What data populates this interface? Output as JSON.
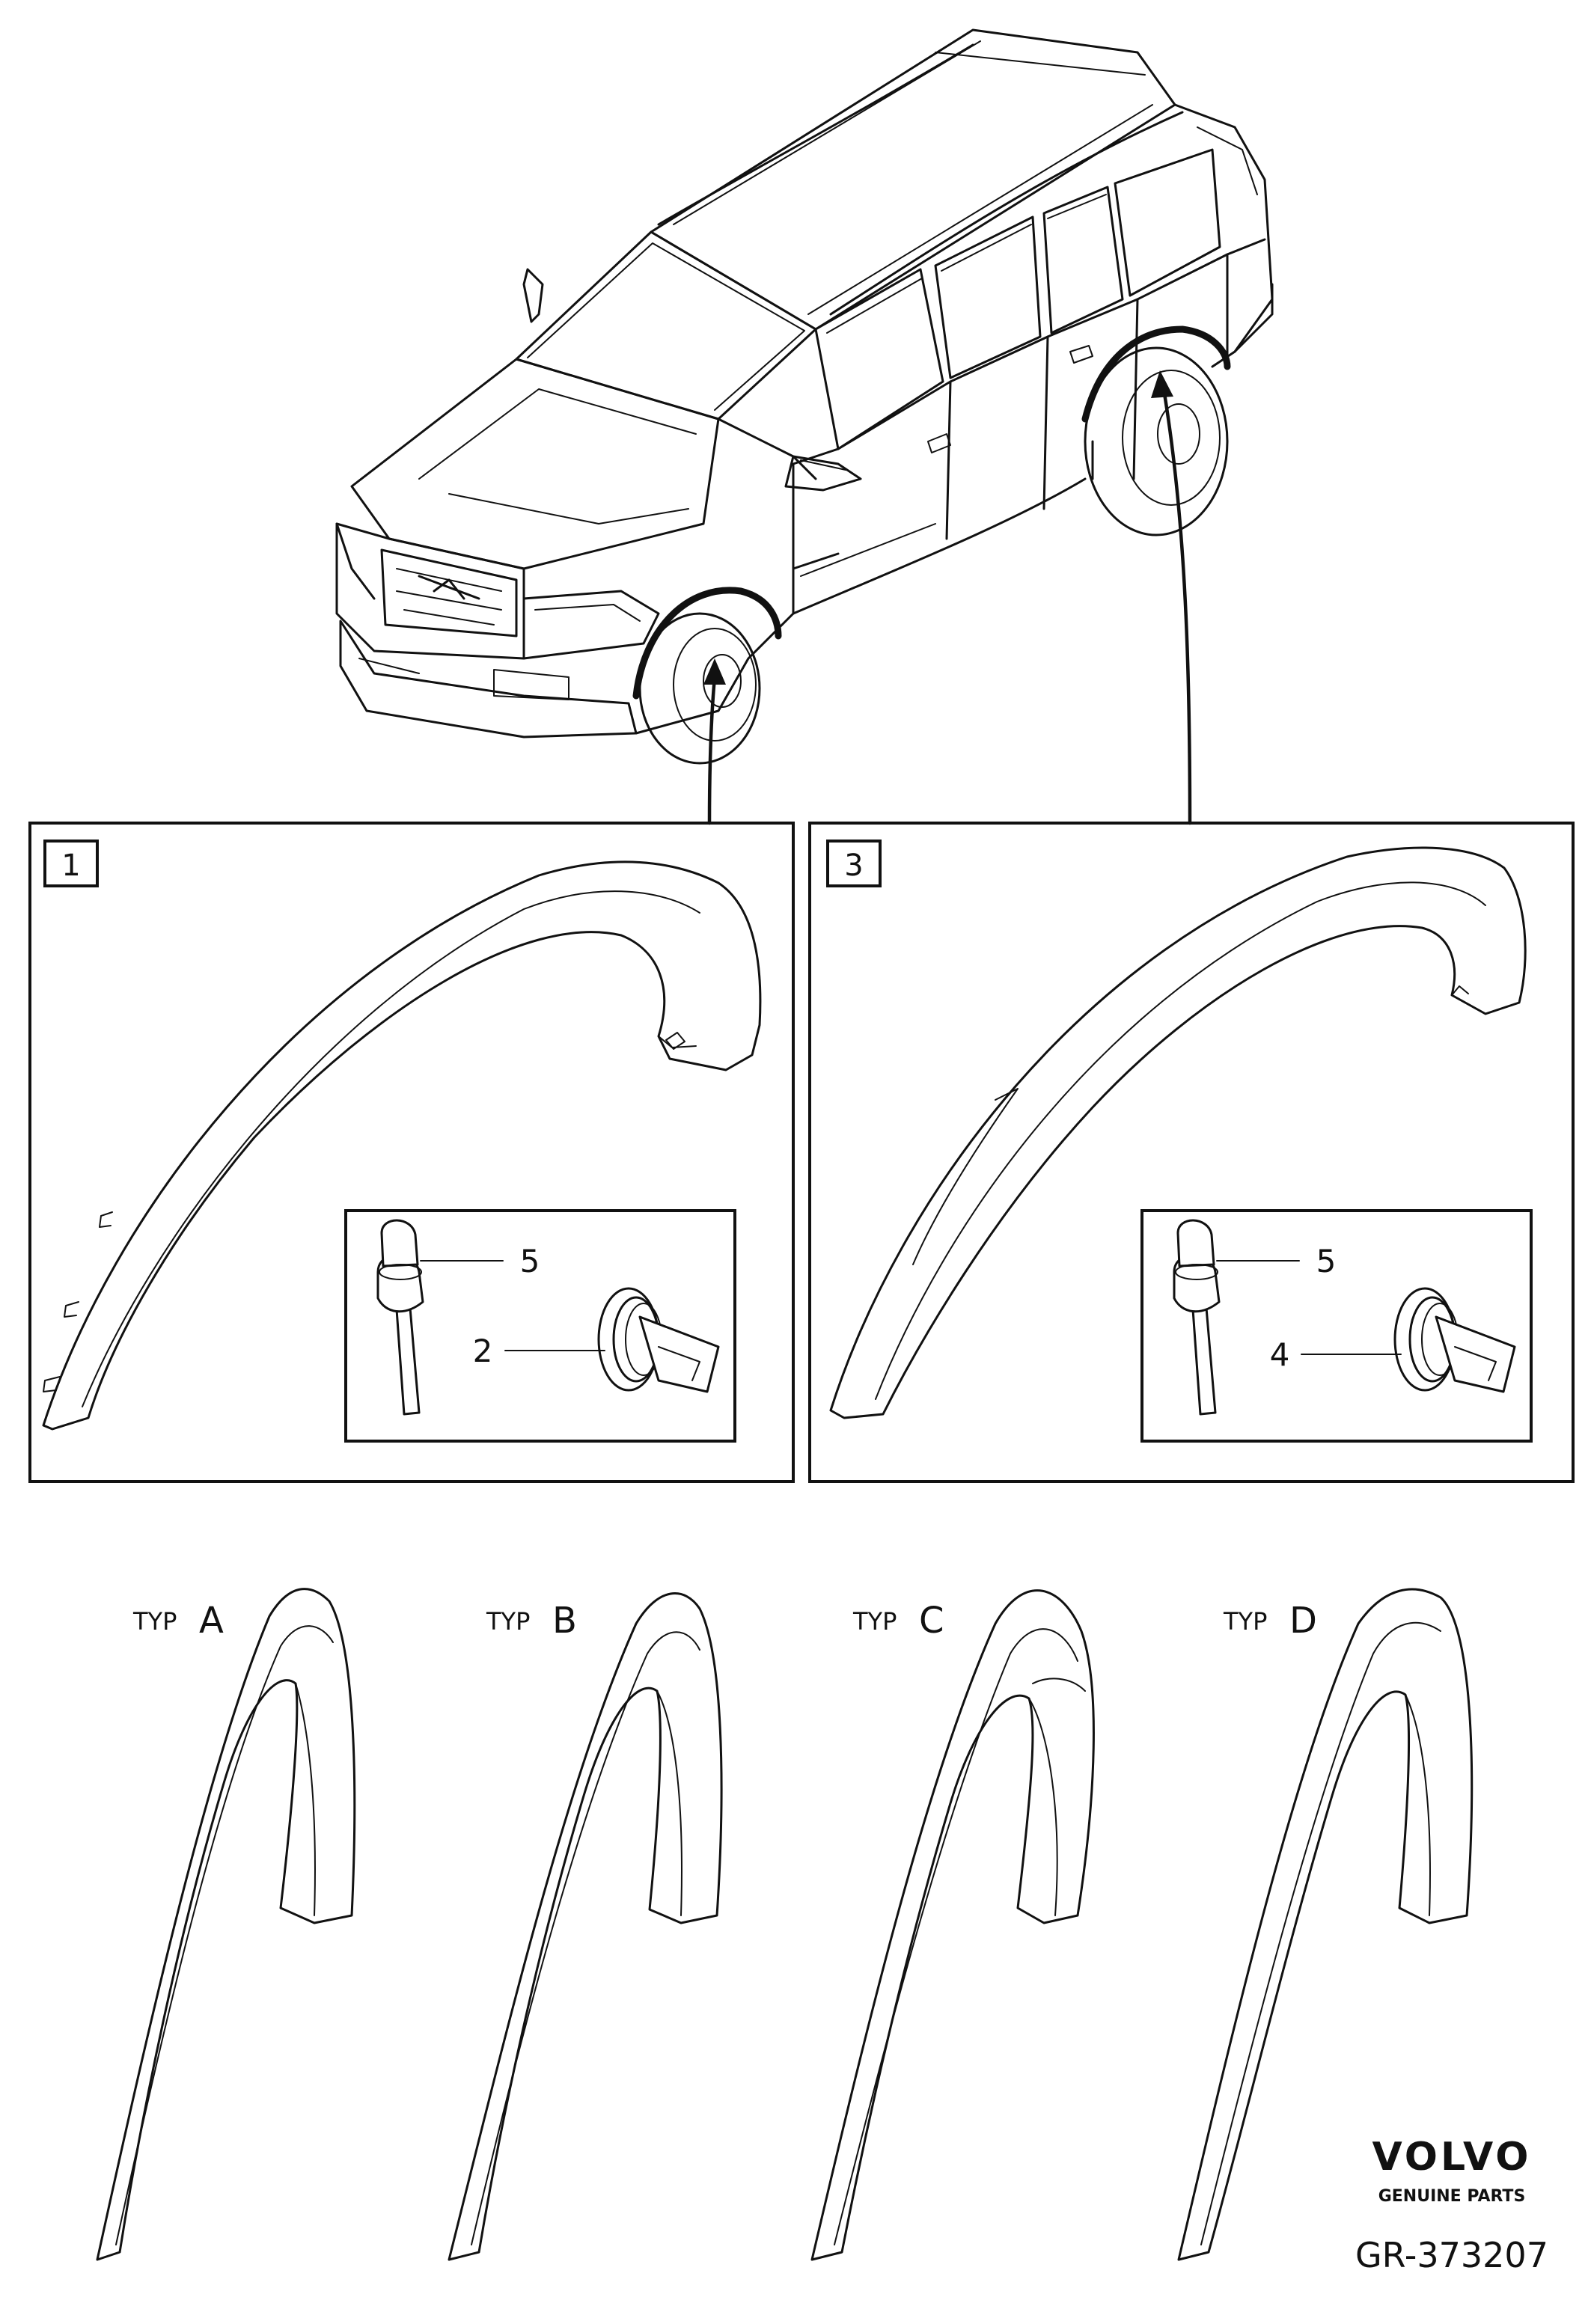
{
  "callouts": {
    "front_panel_number": "1",
    "rear_panel_number": "3",
    "front_rivet_number": "5",
    "front_clip_number": "2",
    "rear_rivet_number": "5",
    "rear_clip_number": "4"
  },
  "types": [
    {
      "prefix": "TYP",
      "letter": "A"
    },
    {
      "prefix": "TYP",
      "letter": "B"
    },
    {
      "prefix": "TYP",
      "letter": "C"
    },
    {
      "prefix": "TYP",
      "letter": "D"
    }
  ],
  "brand": {
    "logo_text": "VOLVO",
    "tagline": "GENUINE PARTS",
    "figure_code": "GR-373207"
  }
}
